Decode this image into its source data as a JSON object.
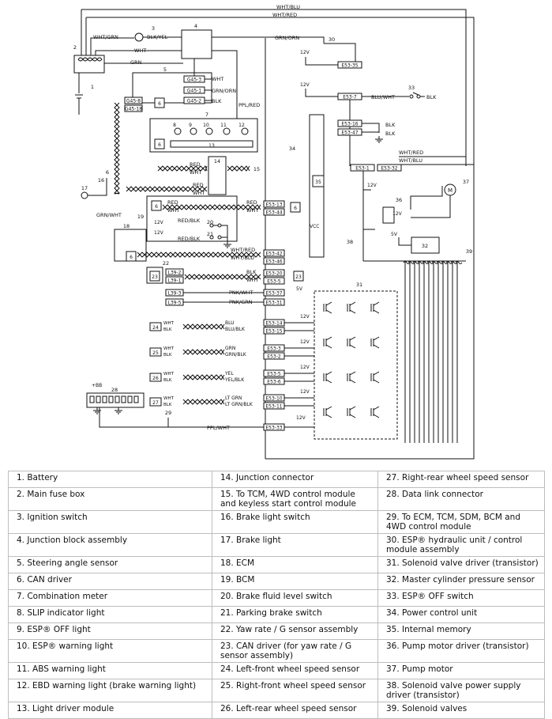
{
  "diagram": {
    "wire_labels": [
      "WHT/BLU",
      "WHT/RED",
      "WHT/GRN",
      "BLK/YEL",
      "GRN/ORN",
      "WHT",
      "GRN",
      "WHT",
      "GRN/ORN",
      "BLK",
      "PPL/RED",
      "RED",
      "WHT",
      "RED",
      "WHT",
      "RED",
      "WHT",
      "GRN/WHT",
      "RED/BLK",
      "RED/BLK",
      "BLU/WHT",
      "BLK",
      "BLK",
      "BLK",
      "WHT/RED",
      "WHT/BLU",
      "WHT/RED",
      "WHT/BLU",
      "BLK",
      "WHT",
      "PNK/WHT",
      "PNK/GRN",
      "BLU",
      "BLU/BLK",
      "GRN",
      "GRN/BLK",
      "YEL",
      "YEL/BLK",
      "LT GRN",
      "LT GRN/BLK",
      "PPL/WHT",
      "WHT",
      "BLK",
      "WHT",
      "BLK",
      "WHT",
      "BLK",
      "WHT",
      "BLK",
      "RED",
      "WHT"
    ],
    "connectors": [
      "E53-35",
      "E53-7",
      "E53-16",
      "E53-47",
      "E53-1",
      "E53-32",
      "G45-3",
      "G45-1",
      "G45-2",
      "G45-8",
      "G45-18",
      "E53-13",
      "E53-44",
      "E53-42",
      "E53-46",
      "L39-2",
      "L39-1",
      "E53-20",
      "E53-5",
      "L39-3",
      "L39-5",
      "E53-37",
      "E53-31",
      "E53-14",
      "E53-15",
      "E53-3",
      "E53-2",
      "E53-5",
      "E53-6",
      "E53-10",
      "E53-11",
      "E53-33"
    ],
    "voltages": [
      "12V",
      "12V",
      "12V",
      "12V",
      "12V",
      "12V",
      "5V",
      "5V",
      "12V",
      "12V",
      "12V",
      "12V",
      "12V",
      "12V"
    ],
    "callouts": [
      "1",
      "2",
      "3",
      "4",
      "5",
      "6",
      "7",
      "8",
      "9",
      "10",
      "11",
      "12",
      "13",
      "14",
      "15",
      "16",
      "17",
      "18",
      "19",
      "20",
      "21",
      "22",
      "23",
      "24",
      "25",
      "26",
      "27",
      "28",
      "29",
      "30",
      "31",
      "32",
      "33",
      "34",
      "35",
      "36",
      "37",
      "38",
      "39",
      "6",
      "6",
      "6",
      "6",
      "23",
      "23",
      "35"
    ],
    "misc": [
      "VCC",
      "+BB"
    ]
  },
  "legend": [
    [
      "1. Battery",
      "14. Junction connector",
      "27. Right-rear wheel speed sensor"
    ],
    [
      "2. Main fuse box",
      "15. To TCM, 4WD control module and keyless start control module",
      "28. Data link connector"
    ],
    [
      "3. Ignition switch",
      "16. Brake light switch",
      "29. To ECM, TCM, SDM, BCM and 4WD control module"
    ],
    [
      "4. Junction block assembly",
      "17. Brake light",
      "30. ESP® hydraulic unit / control module assembly"
    ],
    [
      "5. Steering angle sensor",
      "18. ECM",
      "31. Solenoid valve driver (transistor)"
    ],
    [
      "6. CAN driver",
      "19. BCM",
      "32. Master cylinder pressure sensor"
    ],
    [
      "7. Combination meter",
      "20. Brake fluid level switch",
      "33. ESP® OFF switch"
    ],
    [
      "8. SLIP indicator light",
      "21. Parking brake switch",
      "34. Power control unit"
    ],
    [
      "9. ESP® OFF light",
      "22. Yaw rate / G sensor assembly",
      "35. Internal memory"
    ],
    [
      "10. ESP® warning light",
      "23. CAN driver (for yaw rate / G sensor assembly)",
      "36. Pump motor driver (transistor)"
    ],
    [
      "11. ABS warning light",
      "24. Left-front wheel speed sensor",
      "37. Pump motor"
    ],
    [
      "12. EBD warning light (brake warning light)",
      "25. Right-front wheel speed sensor",
      "38. Solenoid valve power supply driver (transistor)"
    ],
    [
      "13. Light driver module",
      "26. Left-rear wheel speed sensor",
      "39. Solenoid valves"
    ]
  ]
}
